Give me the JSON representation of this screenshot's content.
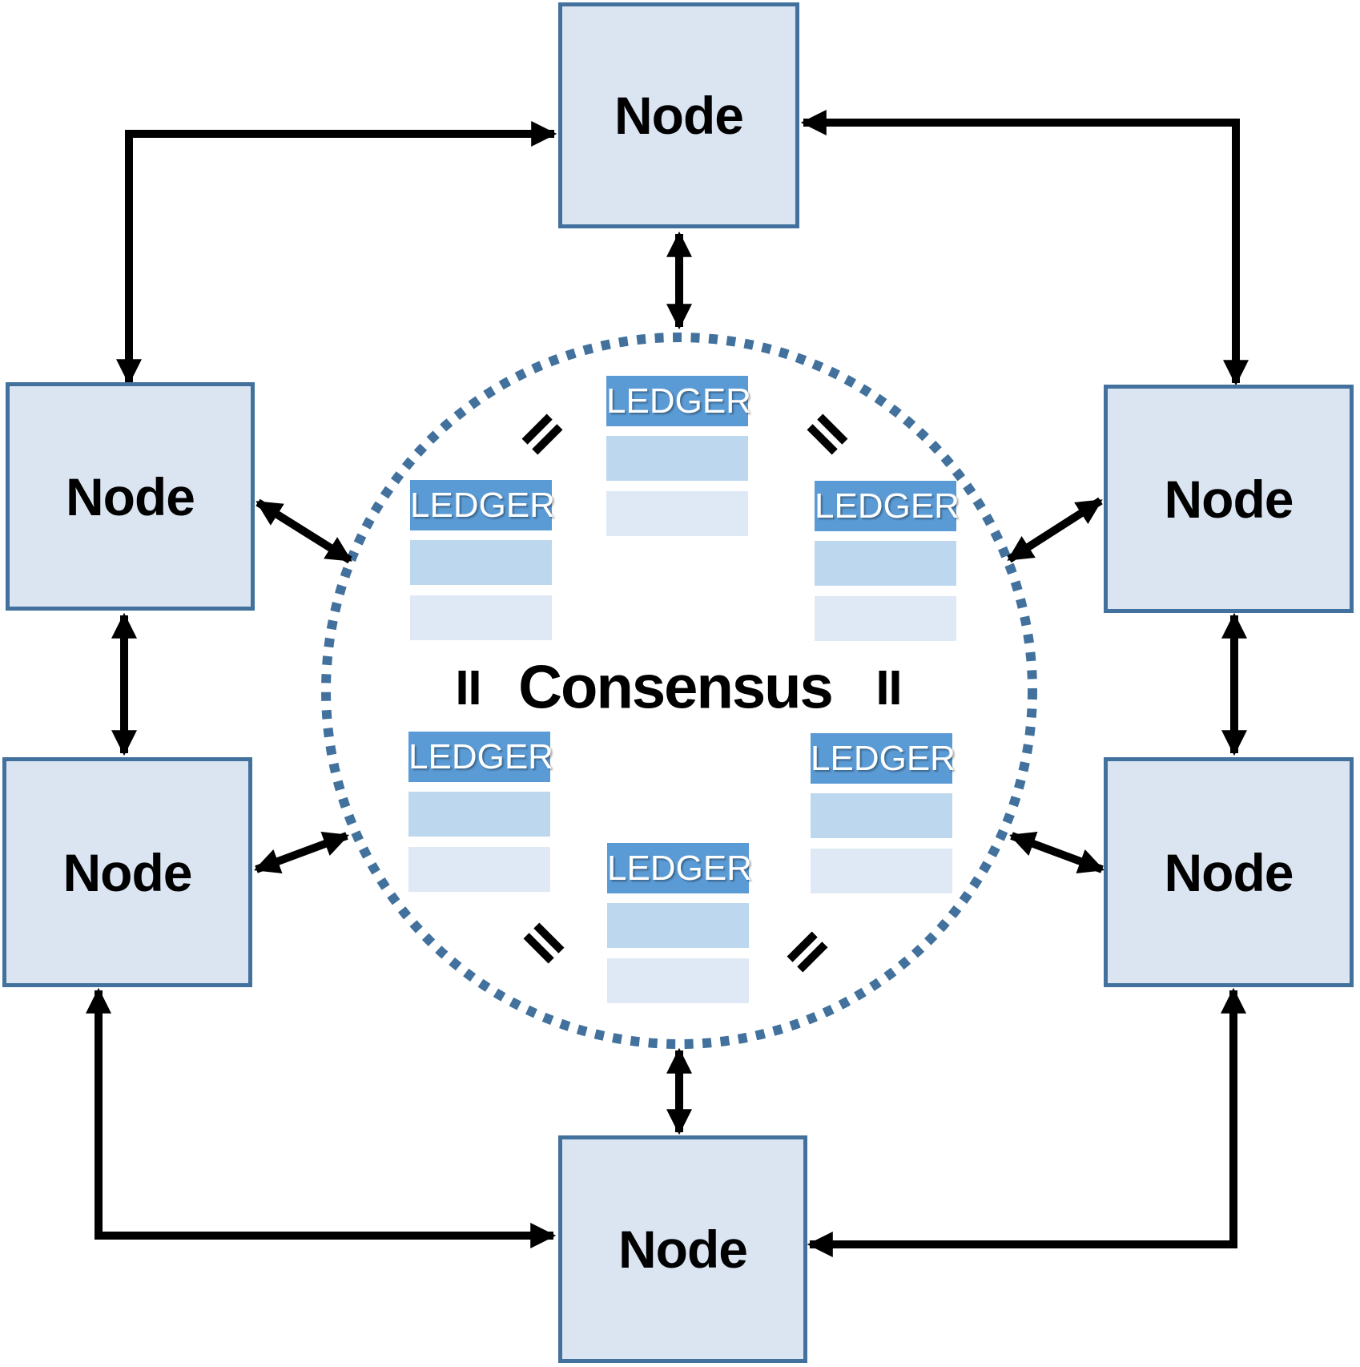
{
  "diagram": {
    "center_label": "Consensus",
    "nodes": {
      "top": {
        "label": "Node"
      },
      "upper_left": {
        "label": "Node"
      },
      "upper_right": {
        "label": "Node"
      },
      "lower_left": {
        "label": "Node"
      },
      "lower_right": {
        "label": "Node"
      },
      "bottom": {
        "label": "Node"
      }
    },
    "ledgers": {
      "top": {
        "title": "LEDGER"
      },
      "middle_left": {
        "title": "LEDGER"
      },
      "middle_right": {
        "title": "LEDGER"
      },
      "bottom_left": {
        "title": "LEDGER"
      },
      "bottom_right": {
        "title": "LEDGER"
      },
      "bottom": {
        "title": "LEDGER"
      }
    },
    "icons": {
      "equals_sign": "=",
      "connector_style": "double-headed-arrow"
    },
    "colors": {
      "node_fill": "#dbe5f1",
      "node_border": "#41719c",
      "ledger_header": "#5b9bd5",
      "ledger_row_1": "#bdd7ee",
      "ledger_row_2": "#dee9f5",
      "circle_dots": "#41719c",
      "arrow": "#000000",
      "consensus_text": "#000000"
    }
  }
}
